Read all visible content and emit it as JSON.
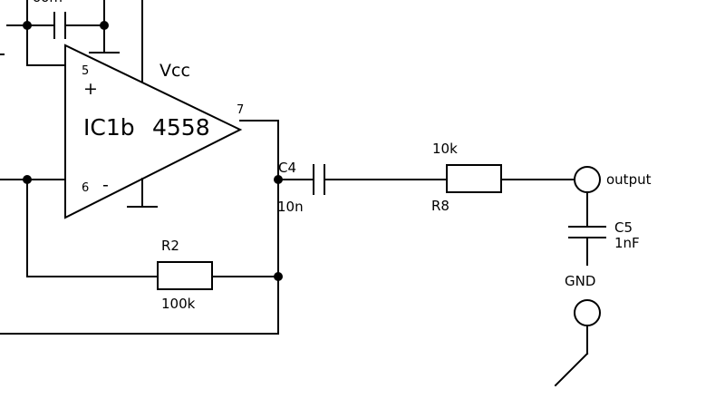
{
  "diagram": {
    "ic": {
      "designator": "IC1b",
      "part_number": "4558",
      "supply_label": "Vcc",
      "pin_noninverting": "5",
      "pin_inverting": "6",
      "pin_output": "7",
      "plus_sign": "+",
      "minus_sign": "-"
    },
    "r2": {
      "designator": "R2",
      "value": "100k"
    },
    "c4": {
      "designator": "C4",
      "value": "10n"
    },
    "r8": {
      "designator": "R8",
      "value": "10k"
    },
    "c5": {
      "designator": "C5",
      "value": "1nF"
    },
    "output_label": "output",
    "gnd_label": "GND",
    "top_left_fragment": "oom"
  },
  "colors": {
    "ink": "#000000",
    "background": "#ffffff"
  }
}
